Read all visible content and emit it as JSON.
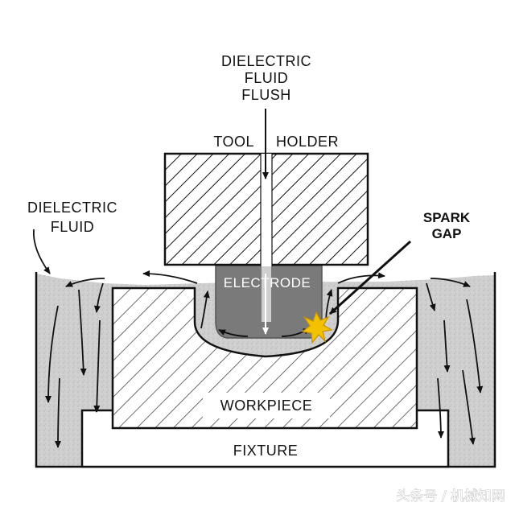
{
  "labels": {
    "flush_line1": "DIELECTRIC",
    "flush_line2": "FLUID",
    "flush_line3": "FLUSH",
    "tool": "TOOL",
    "holder": "HOLDER",
    "fluid_line1": "DIELECTRIC",
    "fluid_line2": "FLUID",
    "spark_line1": "SPARK",
    "spark_line2": "GAP",
    "electrode": "ELECTRODE",
    "workpiece": "WORKPIECE",
    "fixture": "FIXTURE"
  },
  "watermark": "头条号 / 机械知网",
  "colors": {
    "fluid": "#cfcfcf",
    "electrode": "#7a7a7a",
    "outline": "#111111",
    "spark": "#f2c100"
  }
}
